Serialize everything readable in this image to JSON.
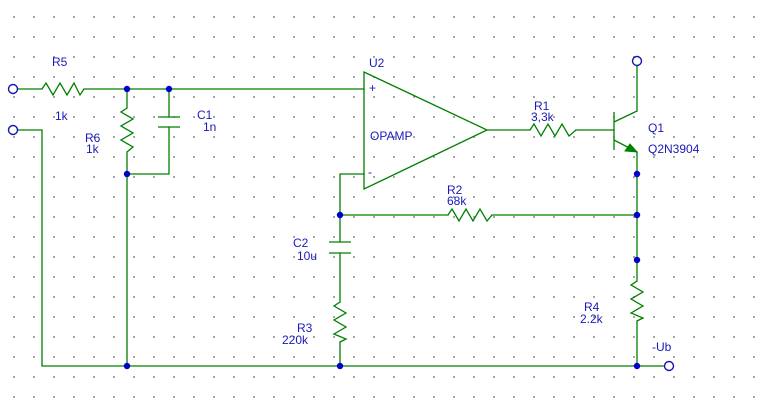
{
  "components": {
    "r5": {
      "ref": "R5",
      "value": "1k"
    },
    "r6": {
      "ref": "R6",
      "value": "1k"
    },
    "c1": {
      "ref": "C1",
      "value": "1n"
    },
    "u2": {
      "ref": "U2",
      "body": "OPAMP",
      "plus": "+",
      "minus": "-"
    },
    "r1": {
      "ref": "R1",
      "value": "3,3k"
    },
    "q1": {
      "ref": "Q1",
      "value": "Q2N3904"
    },
    "r2": {
      "ref": "R2",
      "value": "68k"
    },
    "c2": {
      "ref": "C2",
      "value": "10u"
    },
    "r3": {
      "ref": "R3",
      "value": "220k"
    },
    "r4": {
      "ref": "R4",
      "value": "2.2k"
    }
  },
  "nets": {
    "negative_supply": "-Ub"
  },
  "colors": {
    "wire": "#008000",
    "label": "#1a1ab8",
    "junction": "#0000cc",
    "terminal": "#1515b5"
  }
}
